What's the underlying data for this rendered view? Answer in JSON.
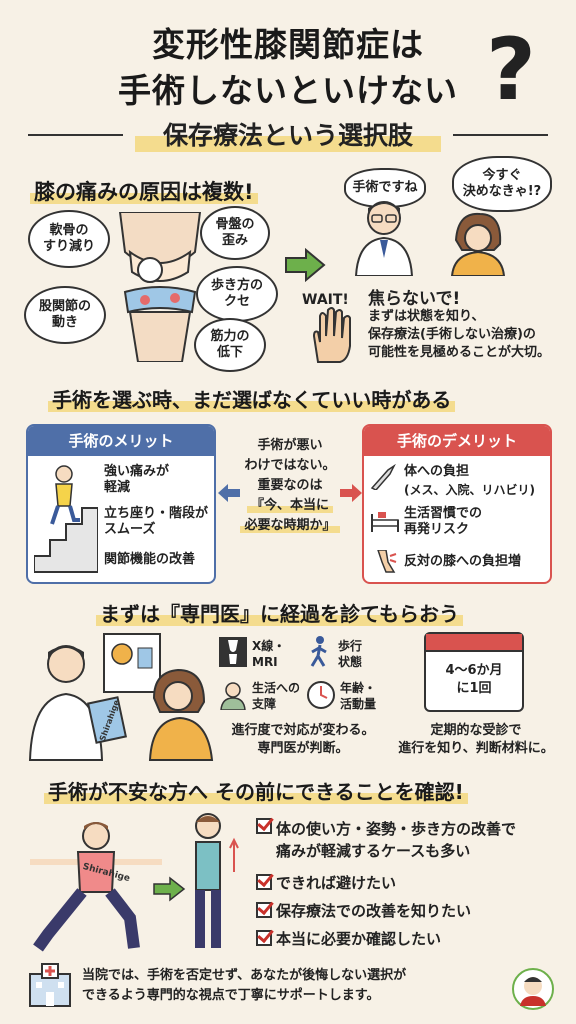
{
  "header": {
    "title_line1": "変形性膝関節症は",
    "title_line2": "手術しないといけない",
    "question_mark": "?",
    "subtitle": "保存療法という選択肢"
  },
  "section1": {
    "heading": "膝の痛みの原因は複数!",
    "causes": [
      "軟骨の\nすり減り",
      "股関節の\n動き",
      "骨盤の\n歪み",
      "歩き方の\nクセ",
      "筋力の\n低下"
    ],
    "doctor_says": "手術ですね",
    "patient_thinks": "今すぐ\n決めなきゃ!?",
    "wait_label": "WAIT!",
    "advice_title": "焦らないで!",
    "advice_lines": [
      "まずは状態を知り、",
      "保存療法(手術しない治療)の",
      "可能性を見極めることが大切。"
    ]
  },
  "section2": {
    "heading": "手術を選ぶ時、まだ選ばなくていい時がある",
    "merit": {
      "title": "手術のメリット",
      "items": [
        "強い痛みが\n軽減",
        "立ち座り・階段が\nスムーズ",
        "関節機能の改善"
      ]
    },
    "center_lines": [
      "手術が悪い",
      "わけではない。",
      "重要なのは",
      "『今、本当に",
      "必要な時期か』"
    ],
    "demerit": {
      "title": "手術のデメリット",
      "items": [
        "体への負担",
        "(メス、入院、リハビリ)",
        "生活習慣での\n再発リスク",
        "反対の膝への負担増"
      ]
    }
  },
  "section3": {
    "heading": "まずは『専門医』に経過を診てもらおう",
    "clipboard_text": "Shirahige",
    "checks": [
      "X線・\nMRI",
      "歩行\n状態",
      "生活への\n支障",
      "年齢・\n活動量"
    ],
    "checks_caption": [
      "進行度で対応が変わる。",
      "専門医が判断。"
    ],
    "calendar_text": "4〜6か月\nに1回",
    "calendar_caption": [
      "定期的な受診で",
      "進行を知り、判断材料に。"
    ]
  },
  "section4": {
    "heading": "手術が不安な方へ その前にできることを確認!",
    "shirt_text": "Shirahige",
    "checklist": [
      "体の使い方・姿勢・歩き方の改善で\n痛みが軽減するケースも多い",
      "できれば避けたい",
      "保存療法での改善を知りたい",
      "本当に必要か確認したい"
    ]
  },
  "footer": {
    "lines": [
      "当院では、手術を否定せず、あなたが後悔しない選択が",
      "できるよう専門的な視点で丁寧にサポートします。"
    ]
  },
  "colors": {
    "background": "#f7f1e6",
    "merit_blue": "#4f6fa8",
    "demerit_red": "#d9534f",
    "highlight": "#f4dc8e",
    "arrow_green": "#6db04b"
  }
}
